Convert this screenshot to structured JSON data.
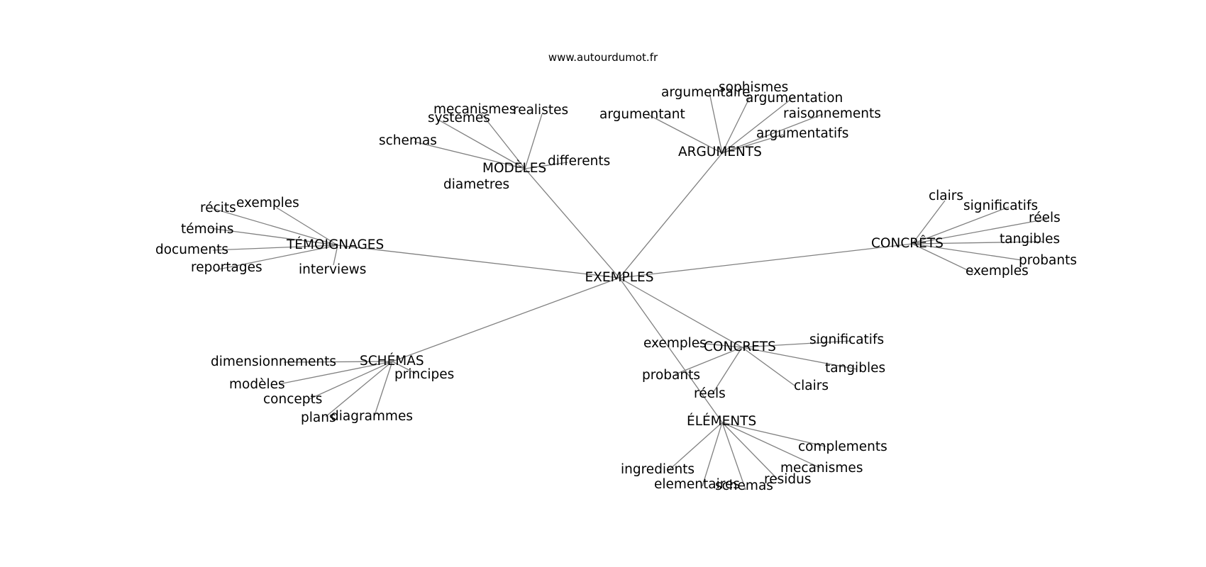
{
  "source": "www.autourdumot.fr",
  "center": "EXEMPLES",
  "groups": [
    {
      "hub": "MODÈLES",
      "words": [
        "systemes",
        "mecanismes",
        "realistes",
        "schemas",
        "differents",
        "diametres"
      ]
    },
    {
      "hub": "ARGUMENTS",
      "words": [
        "argumentaire",
        "sophismes",
        "argumentation",
        "argumentant",
        "raisonnements",
        "argumentatifs"
      ]
    },
    {
      "hub": "TÉMOIGNAGES",
      "words": [
        "récits",
        "exemples",
        "témoins",
        "documents",
        "reportages",
        "interviews"
      ]
    },
    {
      "hub": "CONCRÊTS",
      "words": [
        "clairs",
        "significatifs",
        "réels",
        "tangibles",
        "probants",
        "exemples"
      ]
    },
    {
      "hub": "SCHÉMAS",
      "words": [
        "dimensionnements",
        "principes",
        "modèles",
        "concepts",
        "plans",
        "diagrammes"
      ]
    },
    {
      "hub": "CONCRETS",
      "words": [
        "exemples",
        "significatifs",
        "tangibles",
        "probants",
        "clairs",
        "réels"
      ]
    },
    {
      "hub": "ÉLÉMENTS",
      "words": [
        "complements",
        "mecanismes",
        "ingredients",
        "residus",
        "elementaires",
        "schemas"
      ]
    }
  ]
}
